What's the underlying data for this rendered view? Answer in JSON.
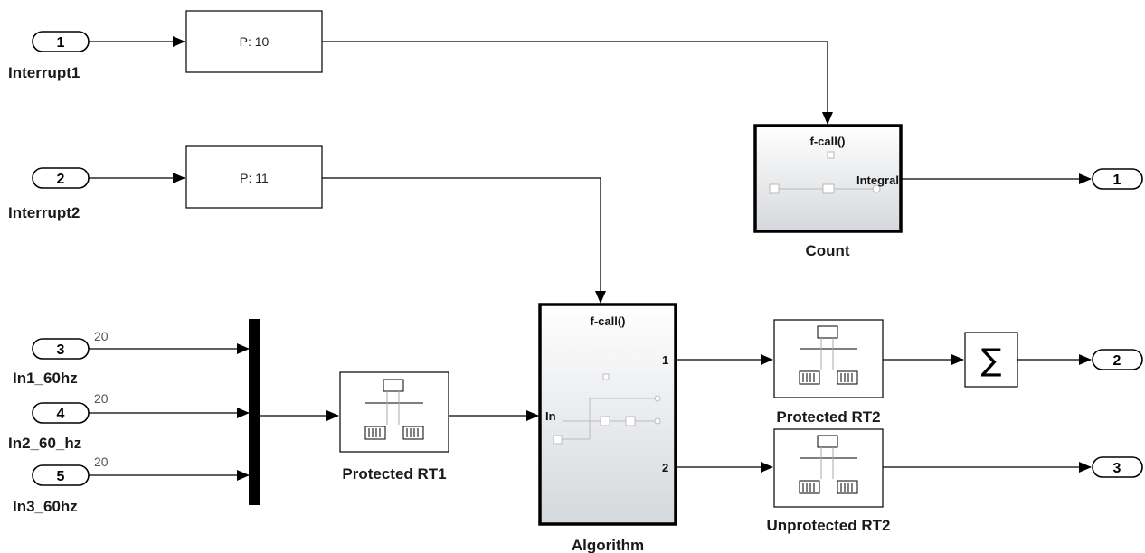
{
  "inports": [
    {
      "num": "1",
      "label": "Interrupt1"
    },
    {
      "num": "2",
      "label": "Interrupt2"
    },
    {
      "num": "3",
      "label": "In1_60hz",
      "width": "20"
    },
    {
      "num": "4",
      "label": "In2_60_hz",
      "width": "20"
    },
    {
      "num": "5",
      "label": "In3_60hz",
      "width": "20"
    }
  ],
  "outports": [
    {
      "num": "1"
    },
    {
      "num": "2"
    },
    {
      "num": "3"
    }
  ],
  "priority_blocks": [
    {
      "text": "P: 10"
    },
    {
      "text": "P: 11"
    }
  ],
  "count": {
    "label": "Count",
    "trigger": "f-call()",
    "port": "Integral"
  },
  "algorithm": {
    "label": "Algorithm",
    "trigger": "f-call()",
    "in": "In",
    "out1": "1",
    "out2": "2"
  },
  "rate_transitions": [
    {
      "label": "Protected RT1"
    },
    {
      "label": "Protected RT2"
    },
    {
      "label": "Unprotected RT2"
    }
  ],
  "sum": {
    "symbol": "∑"
  }
}
